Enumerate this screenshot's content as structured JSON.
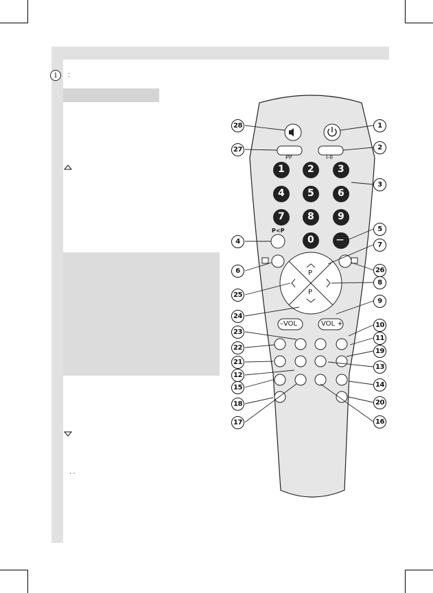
{
  "page": {
    "info_icon": "i",
    "info_text": ":",
    "up_marker_icon": "triangle-up-icon",
    "down_marker_icon": "triangle-down-icon",
    "dots_text": ". ."
  },
  "remote": {
    "pp_label": "PP",
    "standby_label": "I-II",
    "pip_label": "P<P",
    "keys": [
      "1",
      "2",
      "3",
      "4",
      "5",
      "6",
      "7",
      "8",
      "9",
      "0"
    ],
    "dash_key": "—",
    "p_up_label": "P",
    "p_down_label": "P",
    "vol_minus": "–VOL",
    "vol_plus": "VOL +",
    "colors": {
      "body": "#e6e6e6",
      "outline": "#222222"
    }
  },
  "callouts": [
    "1",
    "2",
    "3",
    "4",
    "5",
    "6",
    "7",
    "8",
    "9",
    "10",
    "11",
    "12",
    "13",
    "14",
    "15",
    "16",
    "17",
    "18",
    "19",
    "20",
    "21",
    "22",
    "23",
    "24",
    "25",
    "26",
    "27",
    "28"
  ]
}
